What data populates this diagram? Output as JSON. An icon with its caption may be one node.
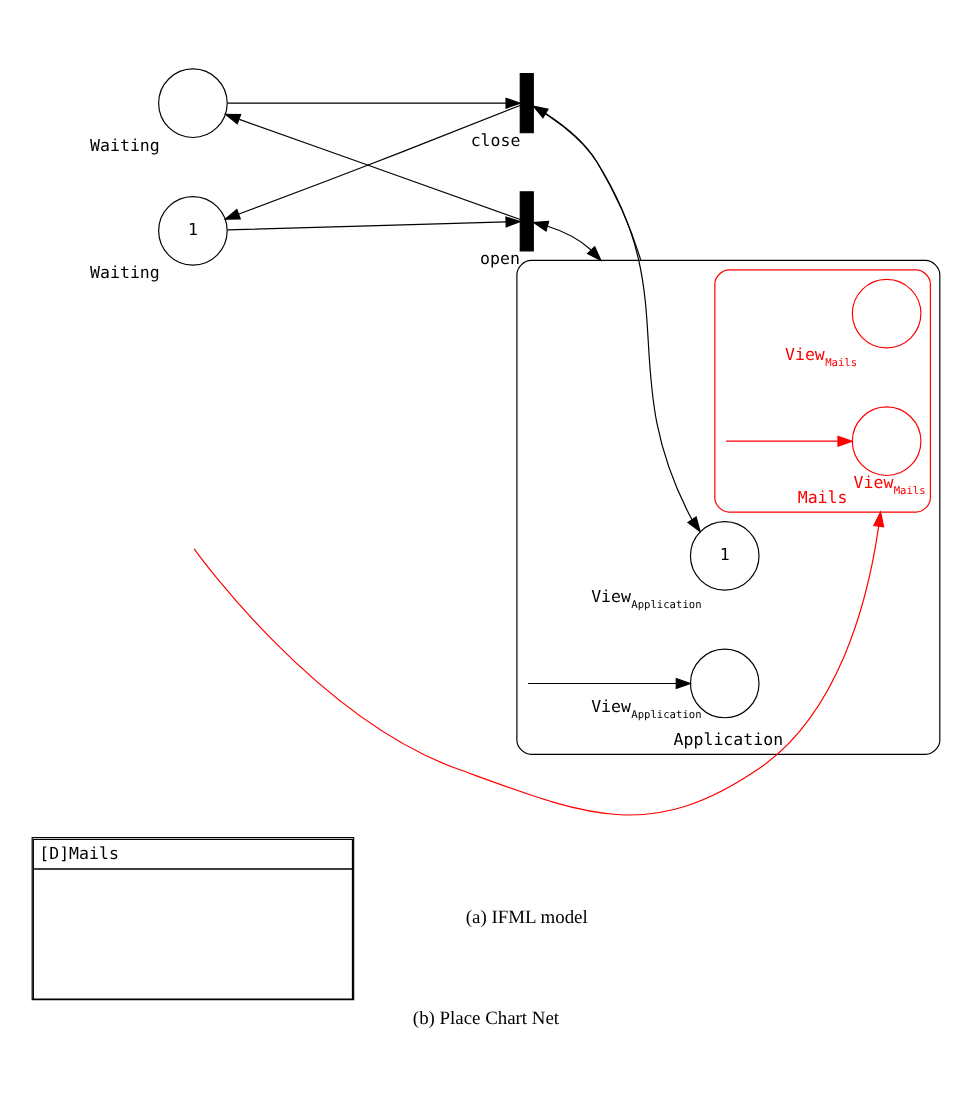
{
  "diagram": {
    "caption": "(b) Place Chart Net",
    "nodes": [
      {
        "text": [
          "[D]Mails"
        ]
      },
      {
        "text": [
          "1"
        ],
        "beside": [
          "Waiting"
        ]
      },
      {
        "text": [],
        "shape": "bar",
        "beside": [
          "open"
        ]
      },
      {
        "text": [],
        "shape": "circle",
        "beside": [
          "Waiting"
        ]
      },
      {
        "text": [],
        "shape": "bar",
        "beside": [
          "close"
        ]
      },
      {
        "text": [
          "Application"
        ]
      },
      {
        "text": [],
        "shape": "circle",
        "in": 5,
        "beside": [
          "View$_{Application}$"
        ]
      },
      {
        "text": [
          "1"
        ],
        "in": 5,
        "beside": [
          "View$_{Application}$"
        ]
      },
      {
        "text": [
          "Mails"
        ],
        "in": 5
      },
      {
        "text": [],
        "shape": "circle",
        "in": 8,
        "beside": [
          "View$_{Mails}$"
        ]
      },
      {
        "text": [],
        "shape": "circle",
        "in": 8,
        "beside": [
          "View$_{Mails}$"
        ]
      }
    ],
    "edges": [
      {
        "from": 1,
        "to": 2,
        "arrow": "to"
      },
      {
        "from": 2,
        "to": 5,
        "arrow": "both"
      },
      {
        "from": 5,
        "to": 6,
        "arrow": "to"
      },
      {
        "from": 2,
        "to": 3,
        "arrow": "to"
      },
      {
        "from": 3,
        "to": 4,
        "arrow": "to"
      },
      {
        "from": 4,
        "to": 1,
        "arrow": "to"
      },
      {
        "from": 4,
        "to": 7,
        "arrow": "to"
      },
      {
        "from": 5,
        "to": 4,
        "arrow": "to"
      },
      {
        "from": null,
        "to": 8,
        "arrow": "to",
        "color": "#ff0000"
      },
      {
        "from": 8,
        "to": 9,
        "arrow": "to",
        "color": "#ff0000"
      }
    ],
    "labels": [
      "(a) IFML model"
    ]
  }
}
